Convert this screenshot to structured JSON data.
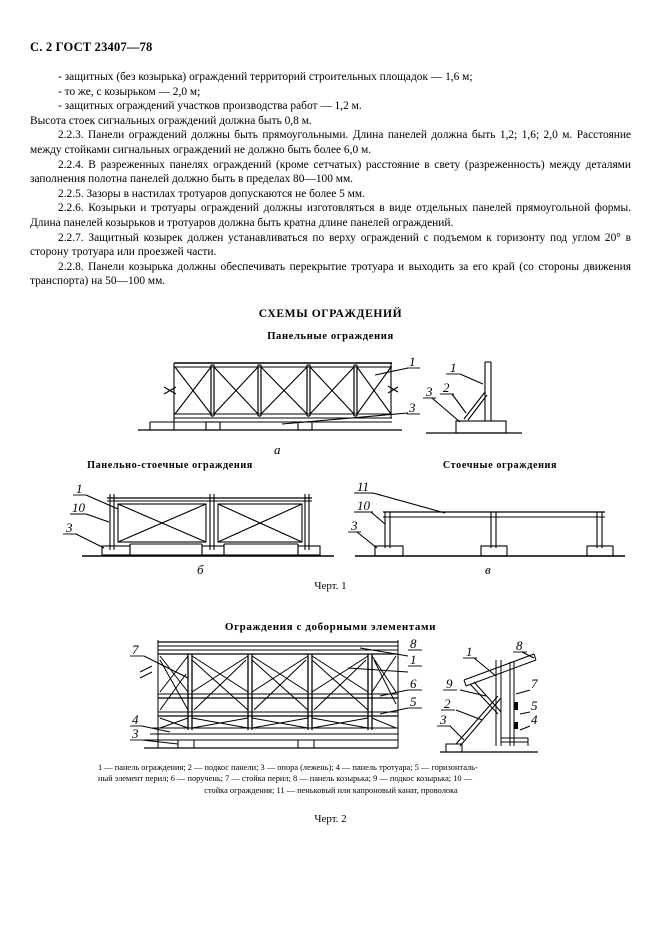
{
  "header": {
    "page_marker": "С. 2 ГОСТ 23407—78"
  },
  "body": {
    "lines": [
      "- защитных (без козырька) ограждений территорий строительных площадок — 1,6 м;",
      "- то же, с козырьком — 2,0 м;",
      "- защитных ограждений участков производства работ — 1,2 м.",
      "Высота стоек сигнальных ограждений должна быть 0,8 м.",
      "2.2.3.  Панели ограждений должны быть прямоугольными. Длина панелей должна быть 1,2; 1,6; 2,0 м. Расстояние между стойками сигнальных ограждений не должно быть более 6,0 м.",
      "2.2.4.  В разреженных панелях ограждений (кроме сетчатых) расстояние в свету (разреженность) между деталями заполнения полотна панелей должно быть в пределах 80—100 мм.",
      "2.2.5.  Зазоры в настилах тротуаров допускаются не более 5 мм.",
      "2.2.6.  Козырьки и тротуары ограждений должны изготовляться в виде отдельных панелей прямоугольной формы. Длина панелей козырьков и тротуаров должна быть кратна длине панелей ограждений.",
      "2.2.7.  Защитный козырек должен устанавливаться по верху ограждений с подъемом к горизонту под углом 20° в сторону тротуара или проезжей части.",
      "2.2.8.  Панели козырька должны обеспечивать перекрытие тротуара и выходить за его край (со стороны движения транспорта) на 50—100 мм."
    ]
  },
  "headings": {
    "schemes": "СХЕМЫ ОГРАЖДЕНИЙ",
    "panel_fences": "Панельные ограждения",
    "panel_post_fences": "Панельно-стоечные ограждения",
    "post_fences": "Стоечные ограждения",
    "fences_with_extras": "Ограждения с доборными элементами"
  },
  "captions": {
    "figure1": "Черт. 1",
    "figure2": "Черт. 2"
  },
  "figure1": {
    "diagram_a_letter": "а",
    "diagram_b_letter": "б",
    "diagram_v_letter": "в",
    "callouts_a_main": [
      "1",
      "3"
    ],
    "callouts_a_detail": [
      "1",
      "2",
      "3"
    ],
    "callouts_b": [
      "1",
      "10",
      "3"
    ],
    "callouts_v": [
      "11",
      "10",
      "3"
    ]
  },
  "figure2": {
    "callouts_main": [
      "7",
      "8",
      "1",
      "6",
      "5",
      "4",
      "3"
    ],
    "callouts_detail": [
      "1",
      "8",
      "9",
      "2",
      "3",
      "7",
      "5",
      "4"
    ]
  },
  "legend": {
    "line1": "1 — панель ограждения; 2 — подкос панели; 3 — опора (лежень); 4 — панель тротуара; 5 — горизонталь-",
    "line2": "ный элемент перил; 6 — поручень; 7 — стойка перил; 8 — панель козырька; 9 — подкос козырька; 10 —",
    "line3": "стойка ограждения; 11 — пеньковый или капроновый канат, проволока"
  },
  "colors": {
    "ink": "#000000",
    "paper": "#ffffff"
  }
}
